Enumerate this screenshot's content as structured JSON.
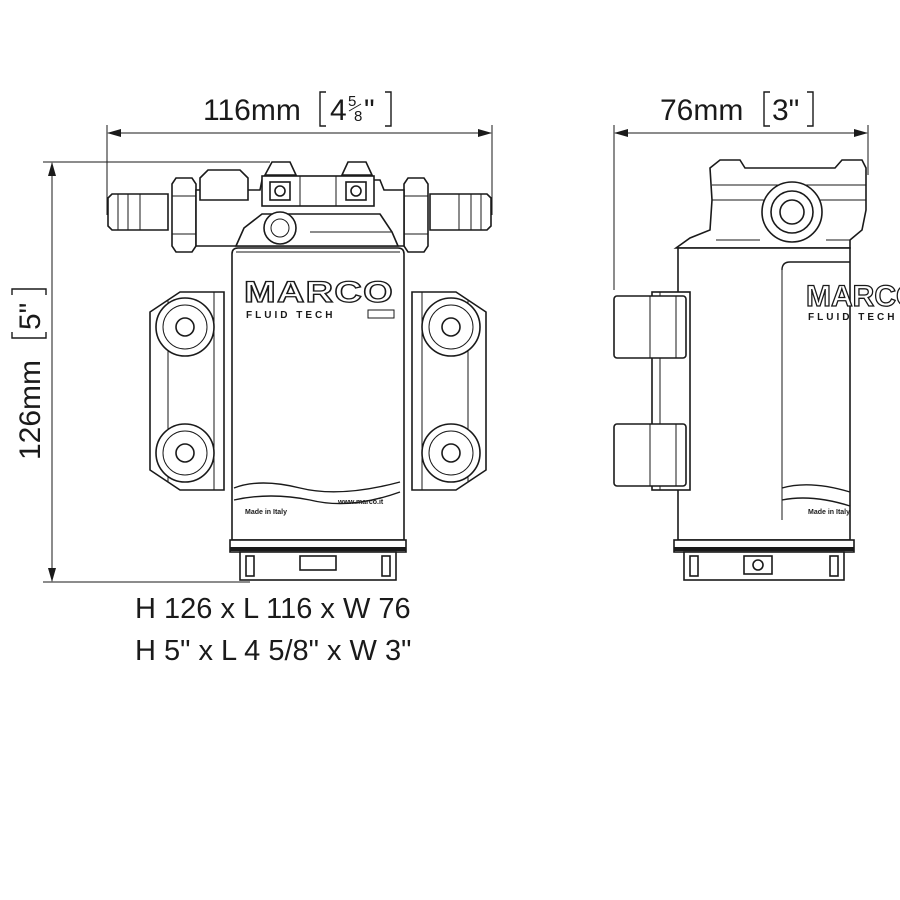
{
  "dimensions": {
    "length": {
      "metric": "116mm",
      "imperial_whole": "4",
      "imperial_num": "5",
      "imperial_den": "8",
      "imperial_mark": "\""
    },
    "width": {
      "metric": "76mm",
      "imperial": "3\""
    },
    "height": {
      "metric": "126mm",
      "imperial": "5\""
    }
  },
  "summary": {
    "metric_line": "H 126 x L 116 x W 76",
    "imperial_line": "H 5\" x L 4 5/8\" x W 3\""
  },
  "labels": {
    "brand": "MARCO",
    "brand_sub": "FLUID TECH",
    "origin": "Made in Italy",
    "website": "www.marco.it"
  }
}
